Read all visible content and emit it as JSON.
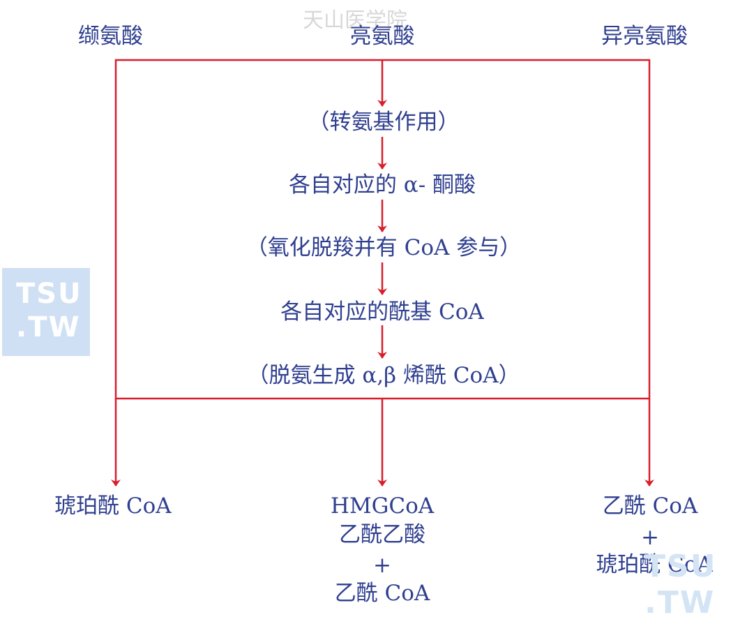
{
  "watermark": "天山医学院",
  "logo": {
    "line1": "TSU",
    "line2": ".TW"
  },
  "top_labels": {
    "left": "缬氨酸",
    "center": "亮氨酸",
    "right": "异亮氨酸"
  },
  "steps": [
    "（转氨基作用）",
    "各自对应的 α- 酮酸",
    "（氧化脱羧并有 CoA 参与）",
    "各自对应的酰基 CoA",
    "（脱氨生成 α,β 烯酰 CoA）"
  ],
  "products": {
    "left": [
      "琥珀酰 CoA"
    ],
    "center": [
      "HMGCoA",
      "乙酰乙酸",
      "+",
      "乙酰 CoA"
    ],
    "right": [
      "乙酰 CoA",
      "+",
      "琥珀酰 CoA"
    ]
  },
  "colors": {
    "arrow": "#d81e2c",
    "text": "#2f3f8f"
  }
}
